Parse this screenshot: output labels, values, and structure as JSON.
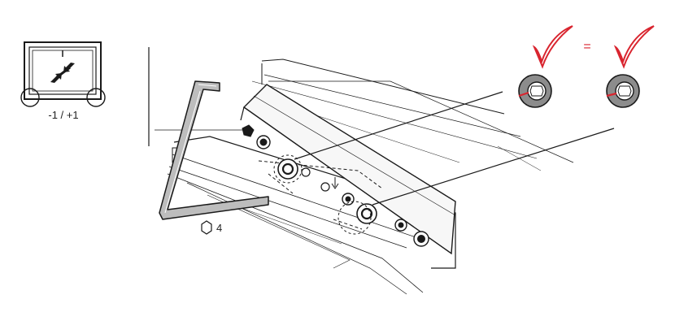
{
  "inset": {
    "label": "-1 / +1",
    "icon": "diagonal-double-arrow-icon"
  },
  "hex_key": {
    "size_label": "4",
    "icon": "hexagon-icon"
  },
  "legend": {
    "check_icon": "checkmark-icon",
    "equals_sign": "=",
    "accent_color": "#d9252f",
    "left_state": "eccentric-cam-marker-left",
    "right_state": "eccentric-cam-marker-right"
  },
  "colors": {
    "line": "#1a1a1a",
    "gray_cam": "#8c8c8c",
    "accent": "#d9252f"
  }
}
